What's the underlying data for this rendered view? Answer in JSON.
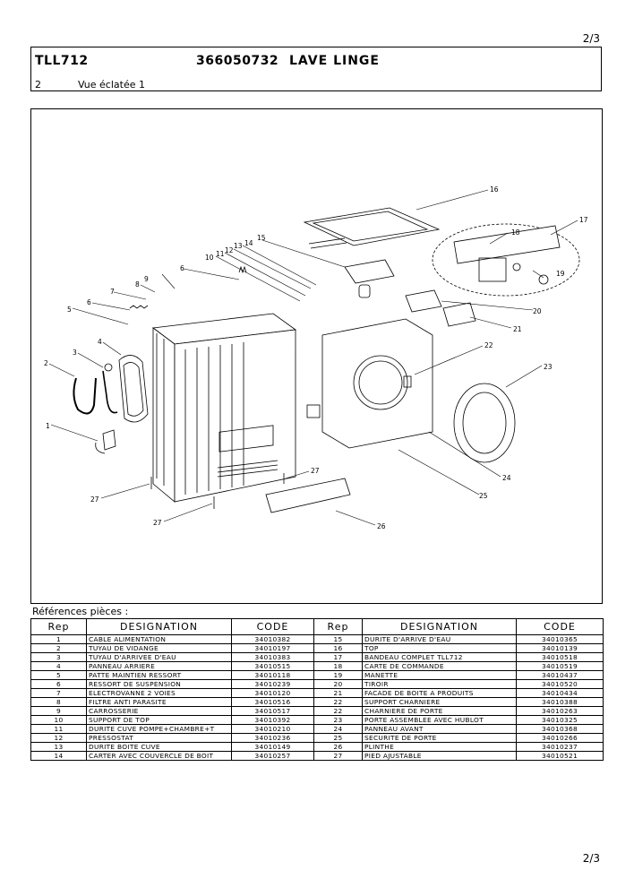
{
  "page": {
    "page_number": "2/3"
  },
  "header": {
    "model": "TLL712",
    "code": "366050732",
    "name": "LAVE LINGE",
    "section_number": "2",
    "section_title": "Vue éclatée 1"
  },
  "diagram": {
    "labels": [
      "1",
      "2",
      "3",
      "4",
      "5",
      "6",
      "6",
      "7",
      "8",
      "9",
      "10",
      "11",
      "12",
      "13",
      "14",
      "15",
      "16",
      "17",
      "18",
      "19",
      "20",
      "21",
      "22",
      "23",
      "24",
      "25",
      "26",
      "27",
      "27",
      "27"
    ]
  },
  "references": {
    "title": "Références pièces  :",
    "columns": {
      "rep": "Rep",
      "designation": "DESIGNATION",
      "code": "CODE"
    },
    "rows": [
      {
        "l_rep": "1",
        "l_des": "CABLE ALIMENTATION",
        "l_code": "34010382",
        "r_rep": "15",
        "r_des": "DURITE D'ARRIVE D'EAU",
        "r_code": "34010365"
      },
      {
        "l_rep": "2",
        "l_des": "TUYAU DE VIDANGE",
        "l_code": "34010197",
        "r_rep": "16",
        "r_des": "TOP",
        "r_code": "34010139"
      },
      {
        "l_rep": "3",
        "l_des": "TUYAU D'ARRIVEE D'EAU",
        "l_code": "34010383",
        "r_rep": "17",
        "r_des": "BANDEAU COMPLET TLL712",
        "r_code": "34010518"
      },
      {
        "l_rep": "4",
        "l_des": "PANNEAU ARRIERE",
        "l_code": "34010515",
        "r_rep": "18",
        "r_des": "CARTE DE COMMANDE",
        "r_code": "34010519"
      },
      {
        "l_rep": "5",
        "l_des": "PATTE MAINTIEN RESSORT",
        "l_code": "34010118",
        "r_rep": "19",
        "r_des": "MANETTE",
        "r_code": "34010437"
      },
      {
        "l_rep": "6",
        "l_des": "RESSORT DE SUSPENSION",
        "l_code": "34010239",
        "r_rep": "20",
        "r_des": "TIROIR",
        "r_code": "34010520"
      },
      {
        "l_rep": "7",
        "l_des": "ELECTROVANNE 2 VOIES",
        "l_code": "34010120",
        "r_rep": "21",
        "r_des": "FACADE DE BOITE A PRODUITS",
        "r_code": "34010434"
      },
      {
        "l_rep": "8",
        "l_des": "FILTRE ANTI PARASITE",
        "l_code": "34010516",
        "r_rep": "22",
        "r_des": "SUPPORT CHARNIERE",
        "r_code": "34010388"
      },
      {
        "l_rep": "9",
        "l_des": "CARROSSERIE",
        "l_code": "34010517",
        "r_rep": "22",
        "r_des": "CHARNIERE DE PORTE",
        "r_code": "34010263"
      },
      {
        "l_rep": "10",
        "l_des": "SUPPORT DE TOP",
        "l_code": "34010392",
        "r_rep": "23",
        "r_des": "PORTE ASSEMBLEE AVEC HUBLOT",
        "r_code": "34010325"
      },
      {
        "l_rep": "11",
        "l_des": "DURITE CUVE POMPE+CHAMBRE+T",
        "l_code": "34010210",
        "r_rep": "24",
        "r_des": "PANNEAU AVANT",
        "r_code": "34010368"
      },
      {
        "l_rep": "12",
        "l_des": "PRESSOSTAT",
        "l_code": "34010236",
        "r_rep": "25",
        "r_des": "SECURITE DE PORTE",
        "r_code": "34010266"
      },
      {
        "l_rep": "13",
        "l_des": "DURITE BOITE CUVE",
        "l_code": "34010149",
        "r_rep": "26",
        "r_des": "PLINTHE",
        "r_code": "34010237"
      },
      {
        "l_rep": "14",
        "l_des": "CARTER AVEC COUVERCLE DE BOIT",
        "l_code": "34010257",
        "r_rep": "27",
        "r_des": "PIED AJUSTABLE",
        "r_code": "34010521"
      }
    ]
  }
}
